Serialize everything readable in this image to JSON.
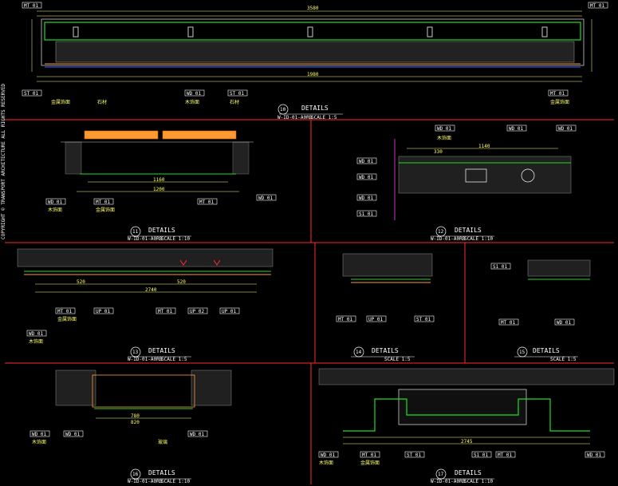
{
  "colors": {
    "background": "#000000",
    "frame": "#ff2a2a",
    "dimension": "#ffff66",
    "finish_green": "#22dd22",
    "steel_gray": "#c8c8c8",
    "accent_orange": "#ff9933",
    "accent_blue": "#3366ff",
    "magenta": "#cc33cc",
    "cyan": "#00ffff"
  },
  "sheet": {
    "side_margin_text": "COPYRIGHT © TRANSPORT ARCHITECTURE ALL RIGHTS RESERVED"
  },
  "details": [
    {
      "id": "d10",
      "number": "10",
      "title": "DETAILS",
      "ref": "W-ID-01-A0RB",
      "scale": "SCALE 1:5"
    },
    {
      "id": "d11",
      "number": "11",
      "title": "DETAILS",
      "ref": "W-ID-01-A0RB",
      "scale": "SCALE 1:10"
    },
    {
      "id": "d12",
      "number": "12",
      "title": "DETAILS",
      "ref": "W-ID-01-A0RB",
      "scale": "SCALE 1:10"
    },
    {
      "id": "d13",
      "number": "13",
      "title": "DETAILS",
      "ref": "W-ID-01-A0RB",
      "scale": "SCALE 1:5"
    },
    {
      "id": "d14",
      "number": "14",
      "title": "DETAILS",
      "ref": "",
      "scale": "SCALE 1:5"
    },
    {
      "id": "d15",
      "number": "15",
      "title": "DETAILS",
      "ref": "",
      "scale": "SCALE 1:5"
    },
    {
      "id": "d16",
      "number": "16",
      "title": "DETAILS",
      "ref": "W-ID-01-A0RB",
      "scale": "SCALE 1:10"
    },
    {
      "id": "d17",
      "number": "17",
      "title": "DETAILS",
      "ref": "W-ID-01-A0RB",
      "scale": "SCALE 1:10"
    }
  ],
  "tags": {
    "MT01": "MT 01",
    "WD01": "WD 01",
    "ST01": "ST 01",
    "UP01": "UP 01",
    "UP02": "UP 02",
    "S101": "S1 01"
  },
  "materials": {
    "metal": "金属饰面",
    "wood": "木饰面",
    "stone": "石材",
    "glass": "玻璃"
  },
  "dims": {
    "d10_top": "3580",
    "d10_mid": "1980",
    "d11_a": "1160",
    "d11_b": "1200",
    "d12_a": "1140",
    "d12_b": "330",
    "d13_a": "2740",
    "d13_b": "520",
    "d13_c": "520",
    "d16_a": "780",
    "d16_b": "820",
    "d17_a": "2745"
  }
}
